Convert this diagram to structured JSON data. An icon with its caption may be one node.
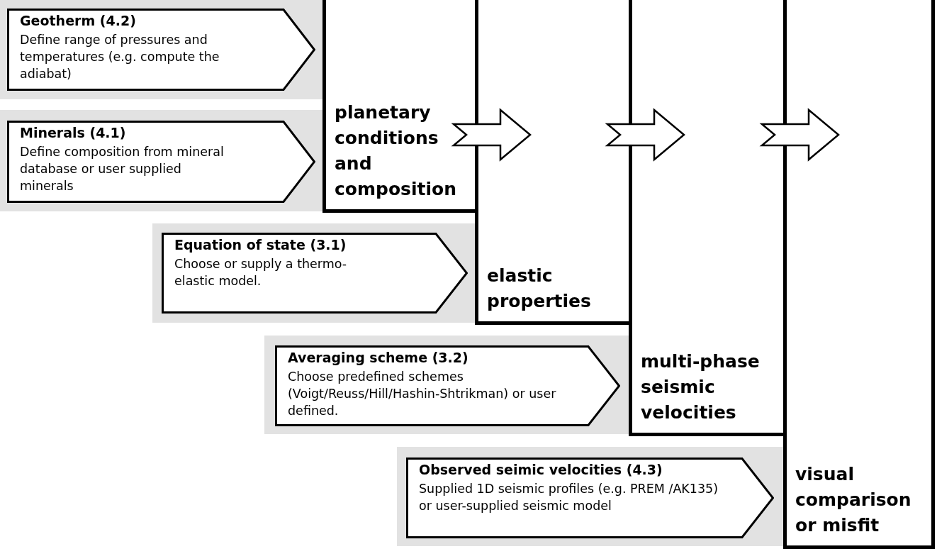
{
  "diagram": {
    "nodes": [
      {
        "text": [
          "Geotherm (4.2)",
          "Define range of pressures and temperatures (e.g. compute the adiabat)"
        ]
      },
      {
        "text": [
          "Minerals (4.1)",
          "Define composition from mineral database or user supplied minerals"
        ]
      },
      {
        "text": [
          "planetary conditions and composition"
        ]
      },
      {
        "text": [
          "Equation of state (3.1)",
          "Choose or supply a thermo-elastic model."
        ]
      },
      {
        "text": [
          "elastic properties"
        ]
      },
      {
        "text": [
          "Averaging scheme (3.2)",
          "Choose predefined schemes (Voigt/Reuss/Hill/Hashin-Shtrikman) or user defined."
        ]
      },
      {
        "text": [
          "multi-phase seismic velocities"
        ]
      },
      {
        "text": [
          "Observed seimic velocities (4.3)",
          "Supplied 1D seismic profiles (e.g. PREM /AK135) or user-supplied seismic model"
        ]
      },
      {
        "text": [
          "visual comparison or misfit"
        ]
      }
    ],
    "edges": [
      {
        "from": 2,
        "to": 4,
        "arrow": "to"
      },
      {
        "from": 4,
        "to": 6,
        "arrow": "to"
      },
      {
        "from": 6,
        "to": 8,
        "arrow": "to"
      }
    ]
  }
}
